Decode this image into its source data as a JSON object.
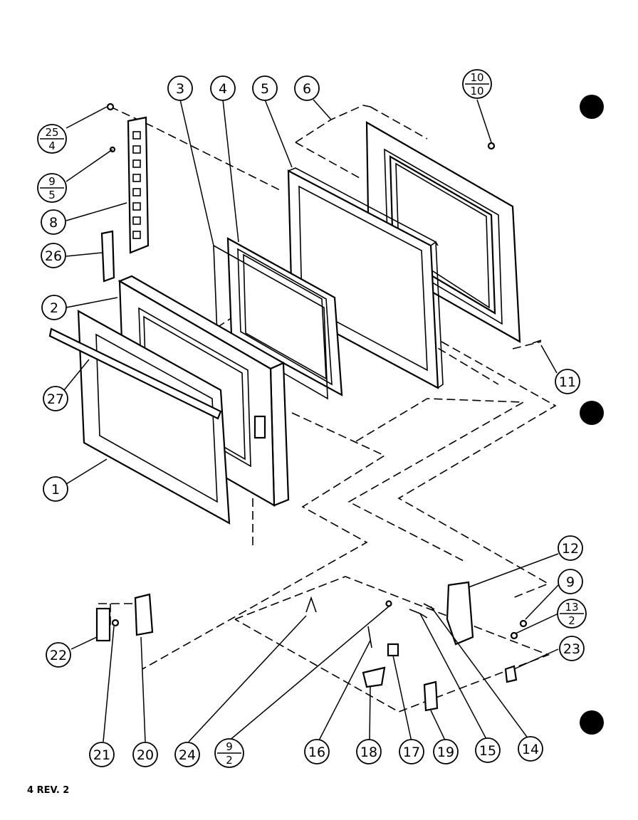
{
  "sheet": {
    "revision_label": "4 REV. 2"
  },
  "callouts": [
    {
      "id": "c3",
      "label": "3"
    },
    {
      "id": "c4",
      "label": "4"
    },
    {
      "id": "c5",
      "label": "5"
    },
    {
      "id": "c6",
      "label": "6"
    },
    {
      "id": "c8",
      "label": "8"
    },
    {
      "id": "c26",
      "label": "26"
    },
    {
      "id": "c2",
      "label": "2"
    },
    {
      "id": "c27",
      "label": "27"
    },
    {
      "id": "c1",
      "label": "1"
    },
    {
      "id": "c11",
      "label": "11"
    },
    {
      "id": "c12",
      "label": "12"
    },
    {
      "id": "c9",
      "label": "9"
    },
    {
      "id": "c23",
      "label": "23"
    },
    {
      "id": "c22",
      "label": "22"
    },
    {
      "id": "c21",
      "label": "21"
    },
    {
      "id": "c20",
      "label": "20"
    },
    {
      "id": "c24",
      "label": "24"
    },
    {
      "id": "c16",
      "label": "16"
    },
    {
      "id": "c18",
      "label": "18"
    },
    {
      "id": "c17",
      "label": "17"
    },
    {
      "id": "c19",
      "label": "19"
    },
    {
      "id": "c15",
      "label": "15"
    },
    {
      "id": "c14",
      "label": "14"
    }
  ],
  "fractions": [
    {
      "id": "f25_4",
      "top": "25",
      "bottom": "4"
    },
    {
      "id": "f9_5",
      "top": "9",
      "bottom": "5"
    },
    {
      "id": "f10_10",
      "top": "10",
      "bottom": "10"
    },
    {
      "id": "f13_2",
      "top": "13",
      "bottom": "2"
    },
    {
      "id": "f9_2",
      "top": "9",
      "bottom": "2"
    }
  ]
}
